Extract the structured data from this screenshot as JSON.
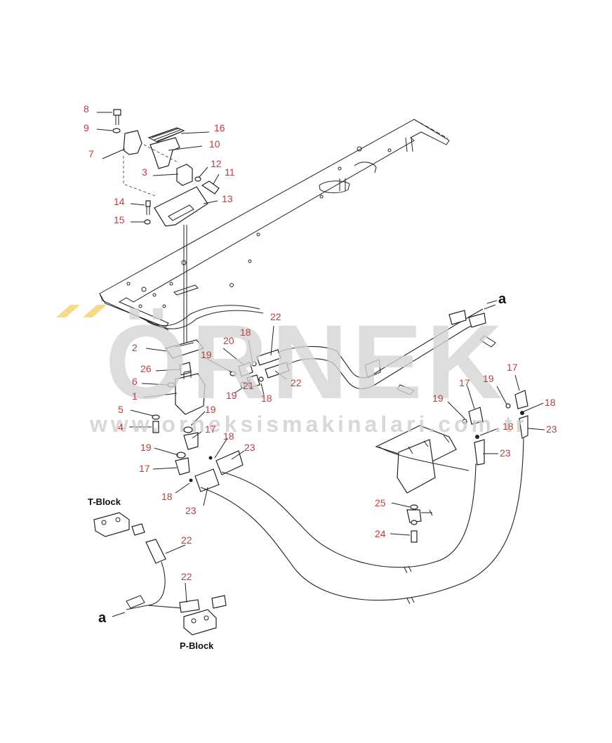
{
  "diagram": {
    "labels": [
      {
        "id": "p8",
        "text": "8"
      },
      {
        "id": "p9",
        "text": "9"
      },
      {
        "id": "p7",
        "text": "7"
      },
      {
        "id": "p16",
        "text": "16"
      },
      {
        "id": "p10",
        "text": "10"
      },
      {
        "id": "p3",
        "text": "3"
      },
      {
        "id": "p12",
        "text": "12"
      },
      {
        "id": "p11",
        "text": "11"
      },
      {
        "id": "p14",
        "text": "14"
      },
      {
        "id": "p13",
        "text": "13"
      },
      {
        "id": "p15",
        "text": "15"
      },
      {
        "id": "p22a",
        "text": "22"
      },
      {
        "id": "p18a",
        "text": "18"
      },
      {
        "id": "p20",
        "text": "20"
      },
      {
        "id": "p2",
        "text": "2"
      },
      {
        "id": "p19a",
        "text": "19"
      },
      {
        "id": "p26",
        "text": "26"
      },
      {
        "id": "p6",
        "text": "6"
      },
      {
        "id": "p21",
        "text": "21"
      },
      {
        "id": "p22b",
        "text": "22"
      },
      {
        "id": "p1",
        "text": "1"
      },
      {
        "id": "p19b",
        "text": "19"
      },
      {
        "id": "p18b",
        "text": "18"
      },
      {
        "id": "p5",
        "text": "5"
      },
      {
        "id": "p19c",
        "text": "19"
      },
      {
        "id": "p4",
        "text": "4"
      },
      {
        "id": "p17a",
        "text": "17"
      },
      {
        "id": "p18c",
        "text": "18"
      },
      {
        "id": "p19d",
        "text": "19"
      },
      {
        "id": "p23a",
        "text": "23"
      },
      {
        "id": "p17b",
        "text": "17"
      },
      {
        "id": "p18d",
        "text": "18"
      },
      {
        "id": "p23b",
        "text": "23"
      },
      {
        "id": "p17c",
        "text": "17"
      },
      {
        "id": "p19e",
        "text": "19"
      },
      {
        "id": "p17d",
        "text": "17"
      },
      {
        "id": "p19f",
        "text": "19"
      },
      {
        "id": "p18e",
        "text": "18"
      },
      {
        "id": "p18f",
        "text": "18"
      },
      {
        "id": "p23c",
        "text": "23"
      },
      {
        "id": "p23d",
        "text": "23"
      },
      {
        "id": "p25",
        "text": "25"
      },
      {
        "id": "p24",
        "text": "24"
      },
      {
        "id": "p22c",
        "text": "22"
      },
      {
        "id": "p22d",
        "text": "22"
      }
    ],
    "blocks": {
      "t_block": "T-Block",
      "p_block": "P-Block"
    },
    "arrows": {
      "a_top": "a",
      "a_bottom": "a"
    },
    "watermark": {
      "brand": "ÖRNEK",
      "url": "www.orneksismakinalari.com.tr"
    },
    "colors": {
      "label": "#c8383a",
      "line": "#222222",
      "watermark": "#d4d4d4",
      "watermark_accent": "#f3d26a"
    }
  }
}
